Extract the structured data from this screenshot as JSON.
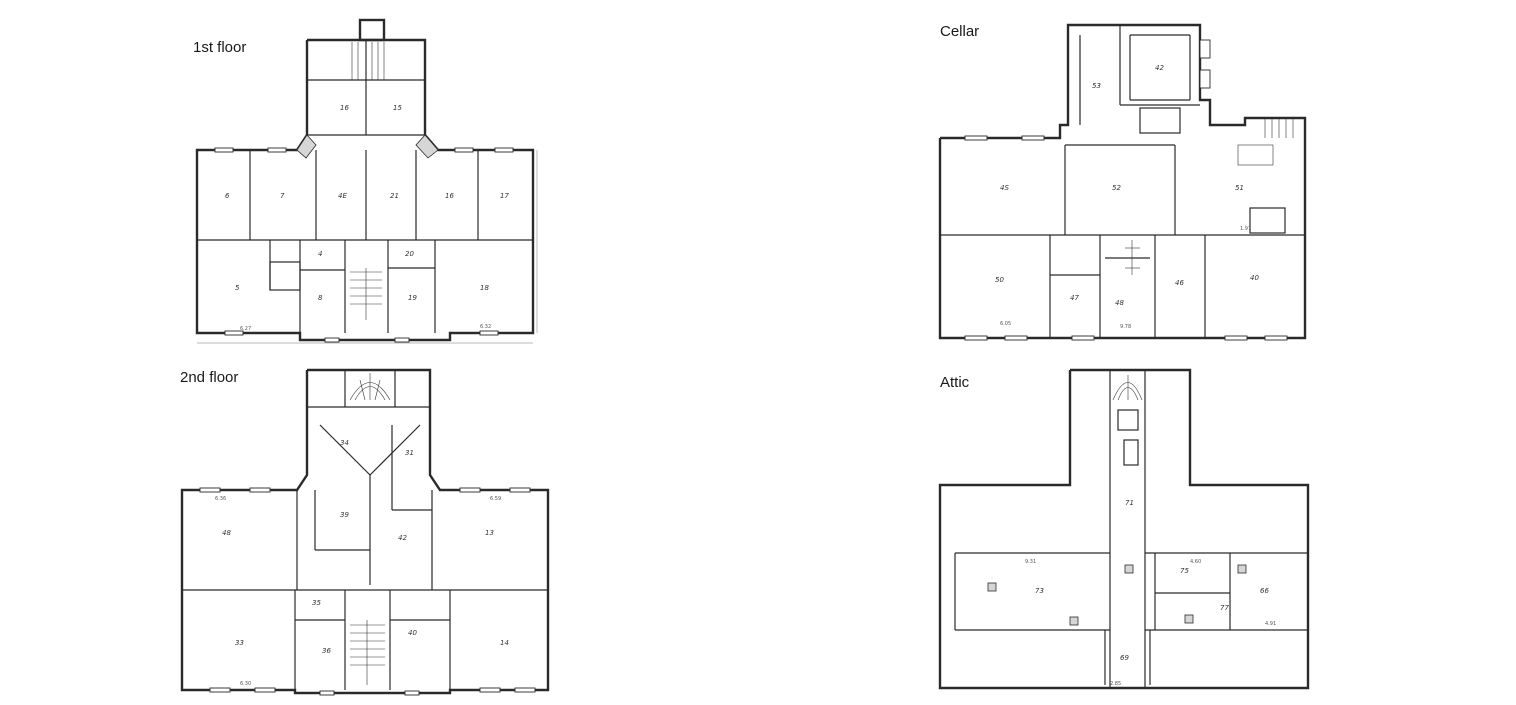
{
  "panels": {
    "first_floor": {
      "title": "1st floor"
    },
    "cellar": {
      "title": "Cellar"
    },
    "second_floor": {
      "title": "2nd floor"
    },
    "attic": {
      "title": "Attic"
    }
  }
}
